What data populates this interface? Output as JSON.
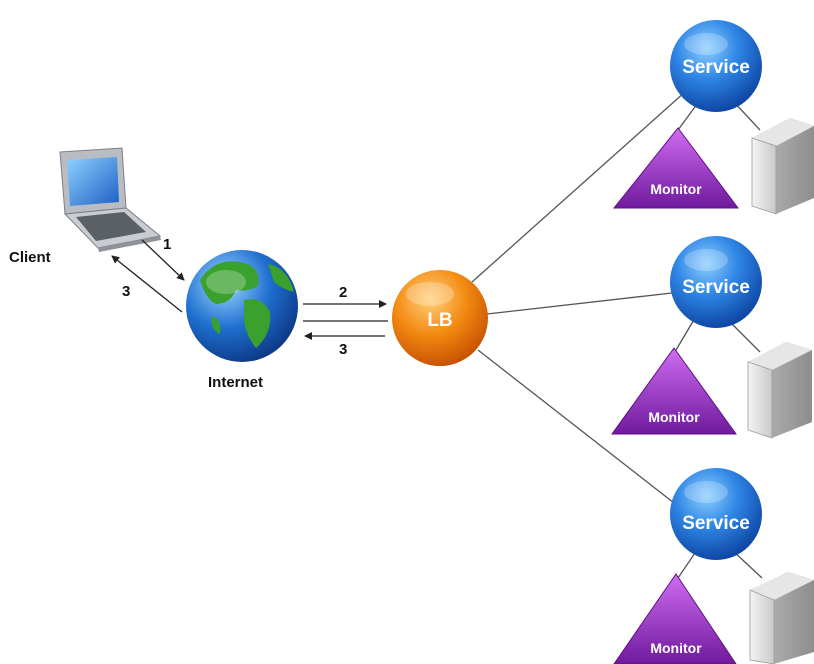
{
  "client": {
    "label": "Client"
  },
  "internet": {
    "label": "Internet"
  },
  "lb": {
    "label": "LB"
  },
  "steps": {
    "client_to_internet": "1",
    "internet_to_client": "3",
    "internet_to_lb": "2",
    "lb_to_internet": "3"
  },
  "groups": [
    {
      "service_label": "Service",
      "monitor_label": "Monitor"
    },
    {
      "service_label": "Service",
      "monitor_label": "Monitor"
    },
    {
      "service_label": "Service",
      "monitor_label": "Monitor"
    }
  ],
  "colors": {
    "service": "#2f6fd6",
    "monitor": "#8a2bbd",
    "lb": "#f08a14",
    "globe_ocean": "#1f6fd0",
    "globe_land": "#3aa12f",
    "line": "#555555"
  },
  "icons": {
    "client": "laptop-icon",
    "internet": "globe-icon",
    "server": "server-icon"
  }
}
